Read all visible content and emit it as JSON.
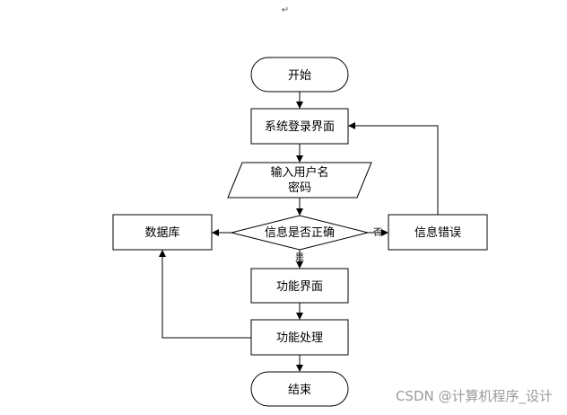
{
  "paragraph_mark": "↵",
  "nodes": {
    "start": "开始",
    "login": "系统登录界面",
    "input_line1": "输入用户名",
    "input_line2": "密码",
    "decision": "信息是否正确",
    "database": "数据库",
    "error": "信息错误",
    "function_ui": "功能界面",
    "function_proc": "功能处理",
    "end": "结束"
  },
  "edge_labels": {
    "no": "否",
    "yes": "是"
  },
  "watermark": "CSDN @计算机程序_设计",
  "colors": {
    "stroke": "#000000",
    "watermark": "#9a9a9a"
  }
}
